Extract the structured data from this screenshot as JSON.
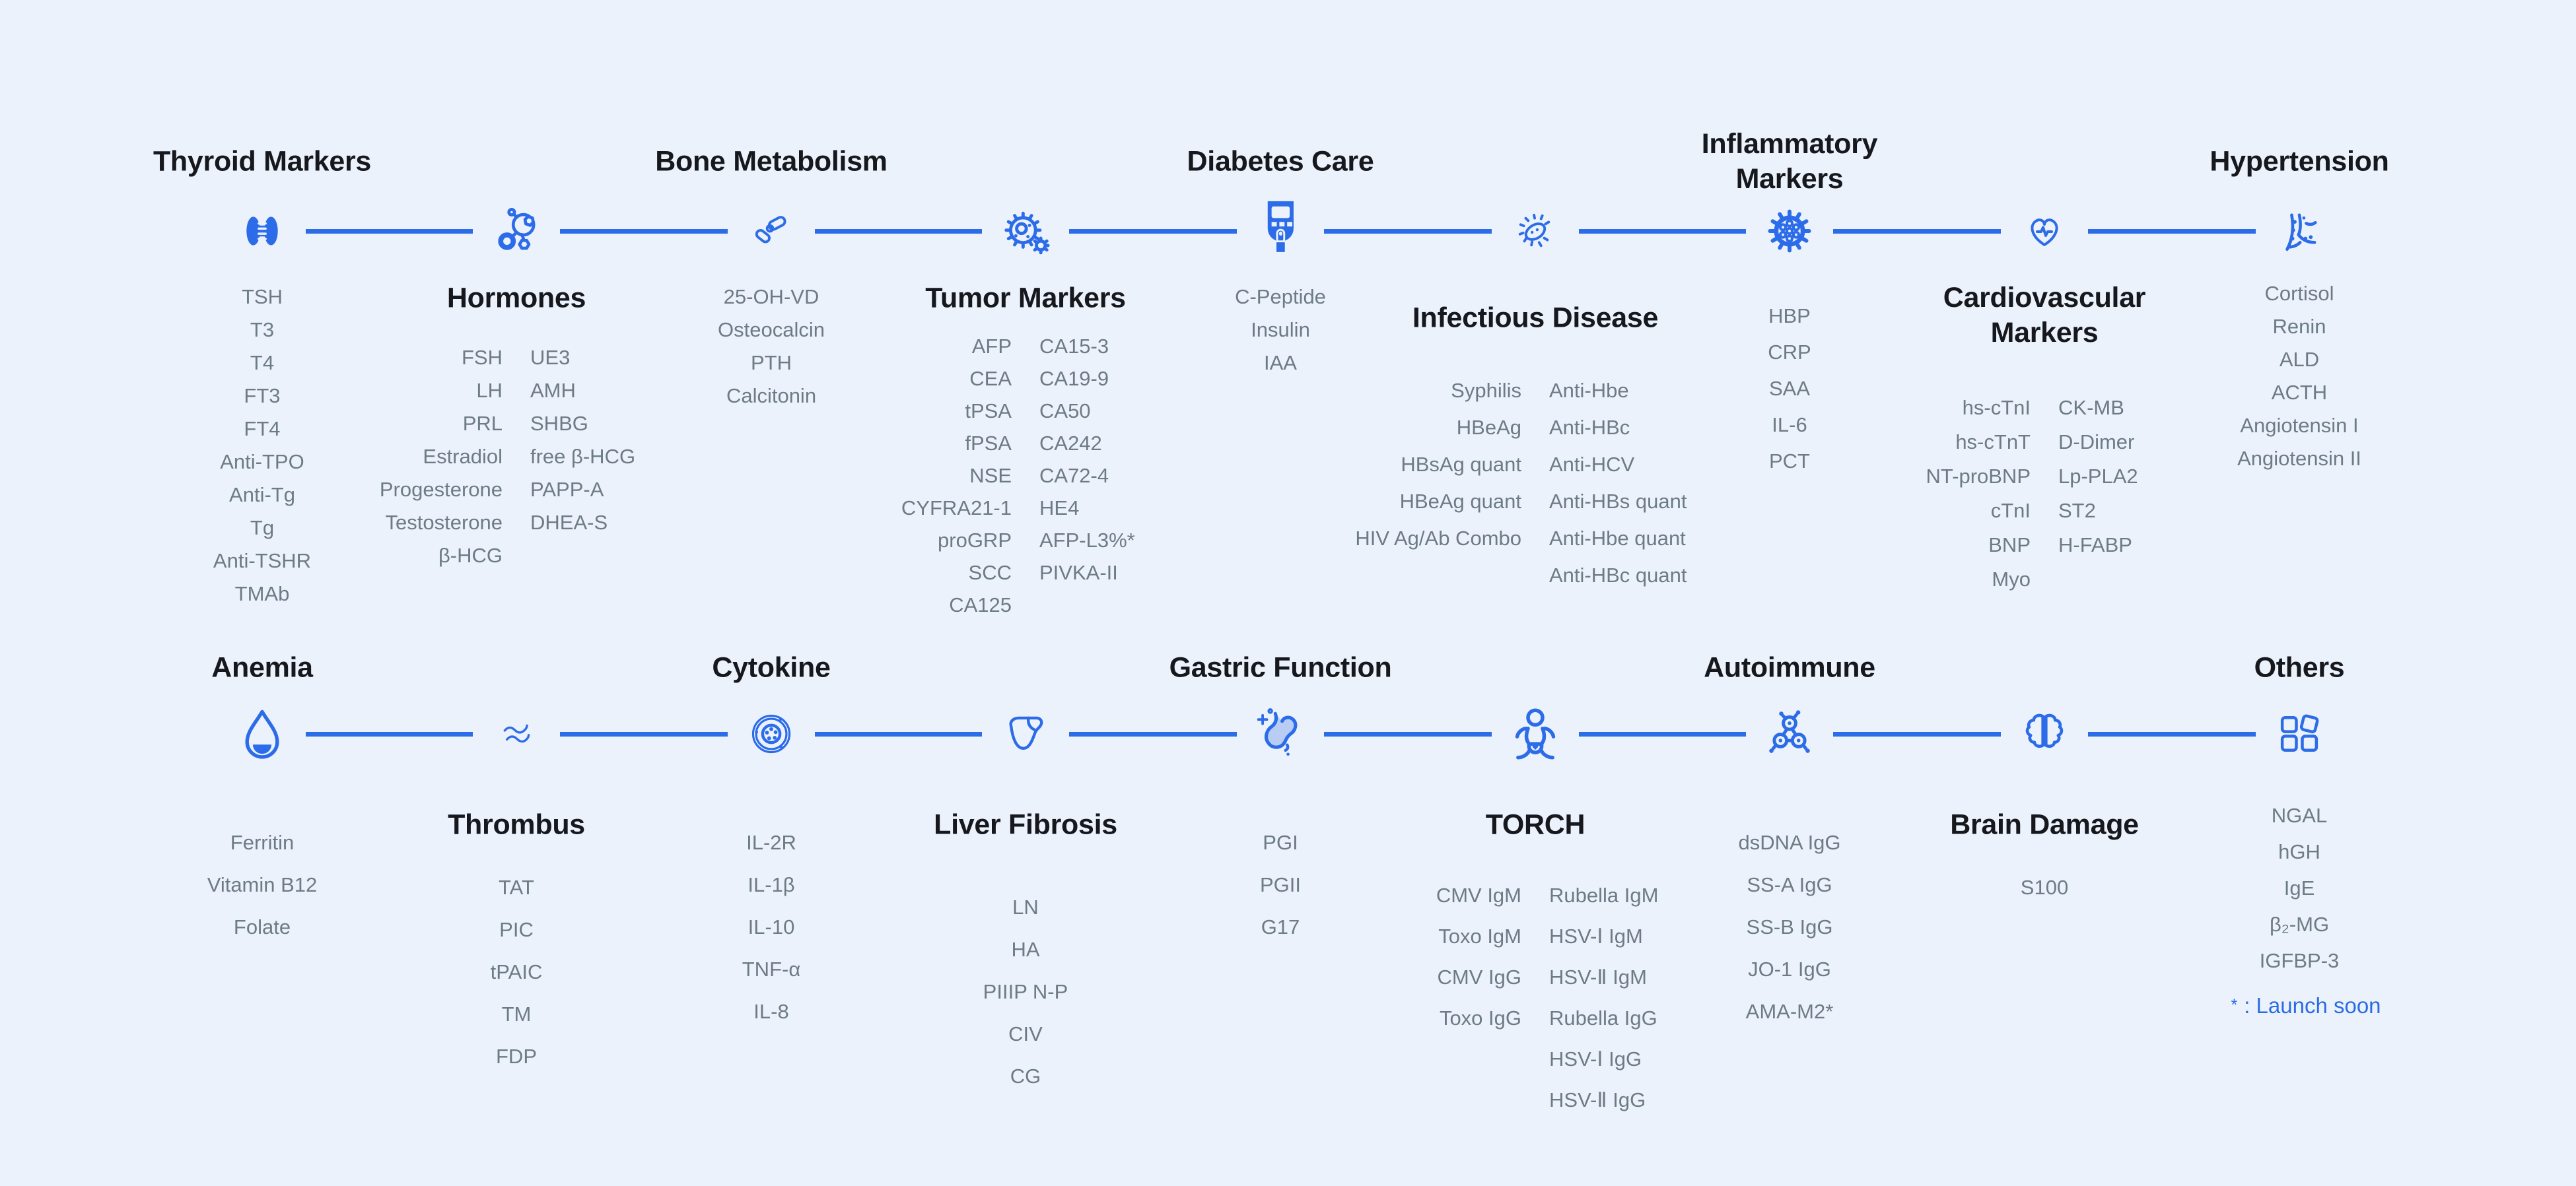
{
  "page": {
    "background": "#ecf2fb",
    "accent": "#2c6ce8",
    "title_color": "#16181d",
    "item_color": "#6d7b86",
    "stomach_fill": "#b9cdf4"
  },
  "footnote": {
    "star": "*",
    "label": ": Launch soon"
  },
  "rows": [
    {
      "nodes": [
        {
          "id": "thyroid-markers",
          "title": "Thyroid Markers",
          "title_pos": "above",
          "icon": "thyroid-icon",
          "items": [
            [
              "TSH",
              "T3",
              "T4",
              "FT3",
              "FT4",
              "Anti-TPO",
              "Anti-Tg",
              "Tg",
              "Anti-TSHR",
              "TMAb"
            ]
          ]
        },
        {
          "id": "hormones",
          "title": "Hormones",
          "title_pos": "below",
          "icon": "hormone-molecule-icon",
          "items": [
            [
              "FSH",
              "LH",
              "PRL",
              "Estradiol",
              "Progesterone",
              "Testosterone",
              "β-HCG"
            ],
            [
              "UE3",
              "AMH",
              "SHBG",
              "free β-HCG",
              "PAPP-A",
              "DHEA-S"
            ]
          ]
        },
        {
          "id": "bone-metabolism",
          "title": "Bone Metabolism",
          "title_pos": "above",
          "icon": "bone-joint-icon",
          "items": [
            [
              "25-OH-VD",
              "Osteocalcin",
              "PTH",
              "Calcitonin"
            ]
          ]
        },
        {
          "id": "tumor-markers",
          "title": "Tumor Markers",
          "title_pos": "below",
          "icon": "tumor-cell-icon",
          "items": [
            [
              "AFP",
              "CEA",
              "tPSA",
              "fPSA",
              "NSE",
              "CYFRA21-1",
              "proGRP",
              "SCC",
              "CA125"
            ],
            [
              "CA15-3",
              "CA19-9",
              "CA50",
              "CA242",
              "CA72-4",
              "HE4",
              "AFP-L3%*",
              "PIVKA-II"
            ]
          ]
        },
        {
          "id": "diabetes-care",
          "title": "Diabetes Care",
          "title_pos": "above",
          "icon": "glucose-meter-icon",
          "items": [
            [
              "C-Peptide",
              "Insulin",
              "IAA"
            ]
          ]
        },
        {
          "id": "infectious-disease",
          "title": "Infectious Disease",
          "title_pos": "below",
          "icon": "bacterium-icon",
          "items": [
            [
              "Syphilis",
              "HBeAg",
              "HBsAg quant",
              "HBeAg quant",
              "HIV Ag/Ab Combo"
            ],
            [
              "Anti-Hbe",
              "Anti-HBc",
              "Anti-HCV",
              "Anti-HBs quant",
              "Anti-Hbe quant",
              "Anti-HBc quant"
            ]
          ]
        },
        {
          "id": "inflammatory-markers",
          "title": "Inflammatory Markers",
          "title_lines": [
            "Inflammatory",
            "Markers"
          ],
          "title_pos": "above",
          "icon": "virus-icon",
          "items": [
            [
              "HBP",
              "CRP",
              "SAA",
              "IL-6",
              "PCT"
            ]
          ]
        },
        {
          "id": "cardiovascular-markers",
          "title": "Cardiovascular Markers",
          "title_lines": [
            "Cardiovascular",
            "Markers"
          ],
          "title_pos": "below",
          "icon": "heart-pulse-icon",
          "items": [
            [
              "hs-cTnI",
              "hs-cTnT",
              "NT-proBNP",
              "cTnI",
              "BNP",
              "Myo"
            ],
            [
              "CK-MB",
              "D-Dimer",
              "Lp-PLA2",
              "ST2",
              "H-FABP"
            ]
          ]
        },
        {
          "id": "hypertension",
          "title": "Hypertension",
          "title_pos": "above",
          "icon": "blood-vessel-icon",
          "items": [
            [
              "Cortisol",
              "Renin",
              "ALD",
              "ACTH",
              "Angiotensin I",
              "Angiotensin II"
            ]
          ]
        }
      ]
    },
    {
      "nodes": [
        {
          "id": "anemia",
          "title": "Anemia",
          "title_pos": "above",
          "icon": "blood-drop-icon",
          "items": [
            [
              "Ferritin",
              "Vitamin B12",
              "Folate"
            ]
          ]
        },
        {
          "id": "thrombus",
          "title": "Thrombus",
          "title_pos": "below",
          "icon": "thrombus-vessel-icon",
          "items": [
            [
              "TAT",
              "PIC",
              "tPAIC",
              "TM",
              "FDP"
            ]
          ]
        },
        {
          "id": "cytokine",
          "title": "Cytokine",
          "title_pos": "above",
          "icon": "cytokine-cell-icon",
          "items": [
            [
              "IL-2R",
              "IL-1β",
              "IL-10",
              "TNF-α",
              "IL-8"
            ]
          ]
        },
        {
          "id": "liver-fibrosis",
          "title": "Liver Fibrosis",
          "title_pos": "below",
          "icon": "liver-icon",
          "items": [
            [
              "LN",
              "HA",
              "PIIIP N-P",
              "CIV",
              "CG"
            ]
          ]
        },
        {
          "id": "gastric-function",
          "title": "Gastric Function",
          "title_pos": "above",
          "icon": "stomach-icon",
          "items": [
            [
              "PGI",
              "PGII",
              "G17"
            ]
          ]
        },
        {
          "id": "torch",
          "title": "TORCH",
          "title_pos": "below",
          "icon": "baby-icon",
          "items": [
            [
              "CMV IgM",
              "Toxo IgM",
              "CMV IgG",
              "Toxo IgG"
            ],
            [
              "Rubella IgM",
              "HSV-Ⅰ IgM",
              "HSV-Ⅱ IgM",
              "Rubella IgG",
              "HSV-Ⅰ IgG",
              "HSV-Ⅱ IgG"
            ]
          ]
        },
        {
          "id": "autoimmune",
          "title": "Autoimmune",
          "title_pos": "above",
          "icon": "antibody-molecule-icon",
          "items": [
            [
              "dsDNA IgG",
              "SS-A IgG",
              "SS-B IgG",
              "JO-1 IgG",
              "AMA-M2*"
            ]
          ]
        },
        {
          "id": "brain-damage",
          "title": "Brain Damage",
          "title_pos": "below",
          "icon": "brain-icon",
          "items": [
            [
              "S100"
            ]
          ]
        },
        {
          "id": "others",
          "title": "Others",
          "title_pos": "above",
          "icon": "overlap-squares-icon",
          "items": [
            [
              "NGAL",
              "hGH",
              "IgE",
              "β₂-MG",
              "IGFBP-3"
            ]
          ]
        }
      ]
    }
  ]
}
